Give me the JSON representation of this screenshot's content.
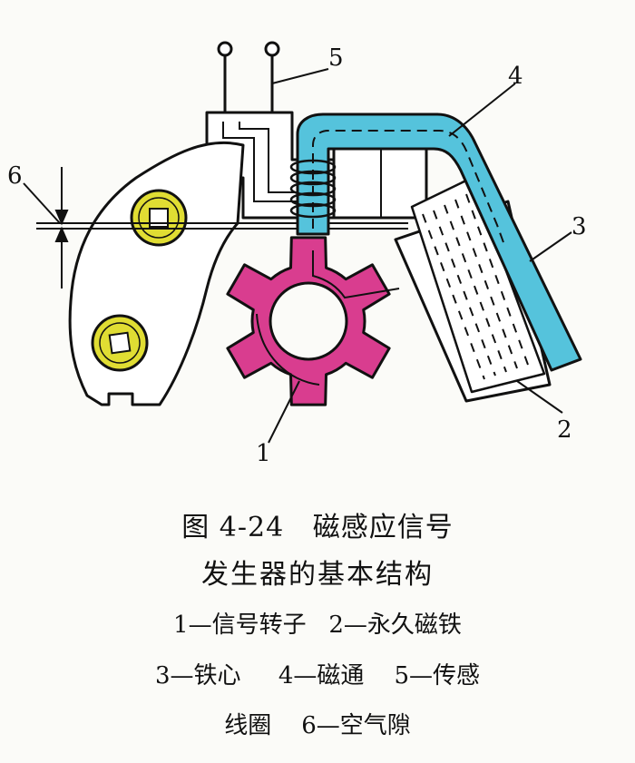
{
  "figure": {
    "labels": {
      "rotor": "1",
      "magnet": "2",
      "core": "3",
      "flux": "4",
      "coil": "5",
      "gap": "6"
    },
    "colors": {
      "rotor": "#d93d8f",
      "flux": "#55c3dc",
      "mount": "#e0dd33",
      "outline": "#111111"
    }
  },
  "caption": {
    "title_line1": "图 4-24   磁感应信号",
    "title_line2": "发生器的基本结构",
    "legend_line1": "1—信号转子   2—永久磁铁",
    "legend_line2": "3—铁心     4—磁通    5—传感",
    "legend_line3": "线圈    6—空气隙"
  }
}
